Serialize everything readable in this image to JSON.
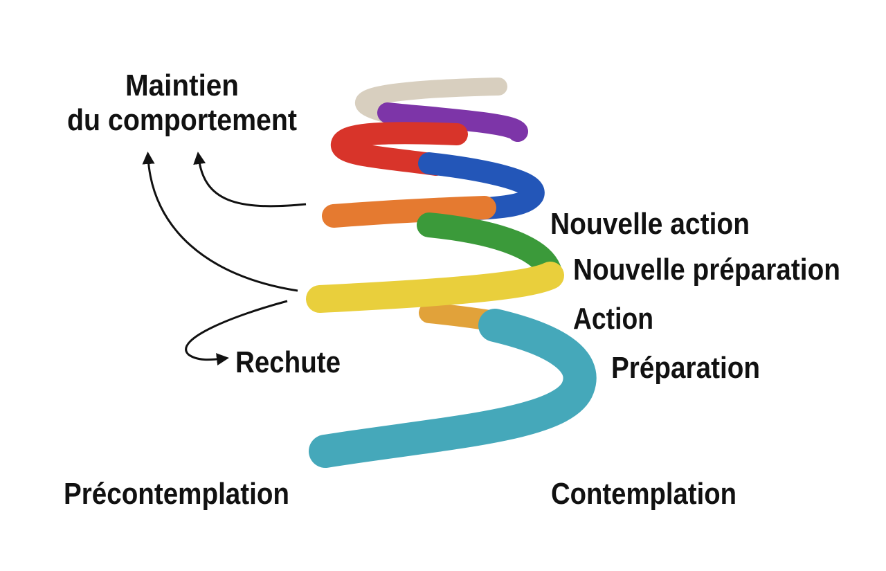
{
  "labels": {
    "maintien_line1": "Maintien",
    "maintien_line2": "du comportement",
    "nouvelle_action": "Nouvelle action",
    "nouvelle_preparation": "Nouvelle préparation",
    "action": "Action",
    "preparation": "Préparation",
    "rechute": "Rechute",
    "precontemplation": "Précontemplation",
    "contemplation": "Contemplation"
  },
  "colors": {
    "contemplation": "#45a8ba",
    "preparation_behind": "#e1a23a",
    "action": "#e9cf3c",
    "nouvelle_preparation": "#3b9a3a",
    "nouvelle_action": "#e57a30",
    "blue": "#2356b8",
    "red": "#d8342a",
    "purple": "#7d35a8",
    "beige": "#d8cfbf"
  }
}
